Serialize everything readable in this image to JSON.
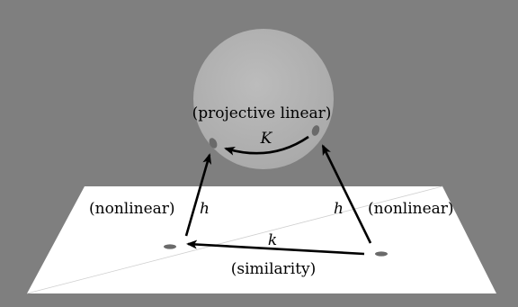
{
  "colors": {
    "background": "#7f7f7f",
    "sphere": "#b4b4b4",
    "plane": "#ffffff",
    "arrow": "#000000",
    "spot": "#6a6a6a"
  },
  "labels": {
    "sphere_map": "(projective linear)",
    "sphere_arrow": "K",
    "left_map_type": "(nonlinear)",
    "left_map": "h",
    "right_map": "h",
    "right_map_type": "(nonlinear)",
    "plane_arrow": "k",
    "plane_map_type": "(similarity)"
  }
}
